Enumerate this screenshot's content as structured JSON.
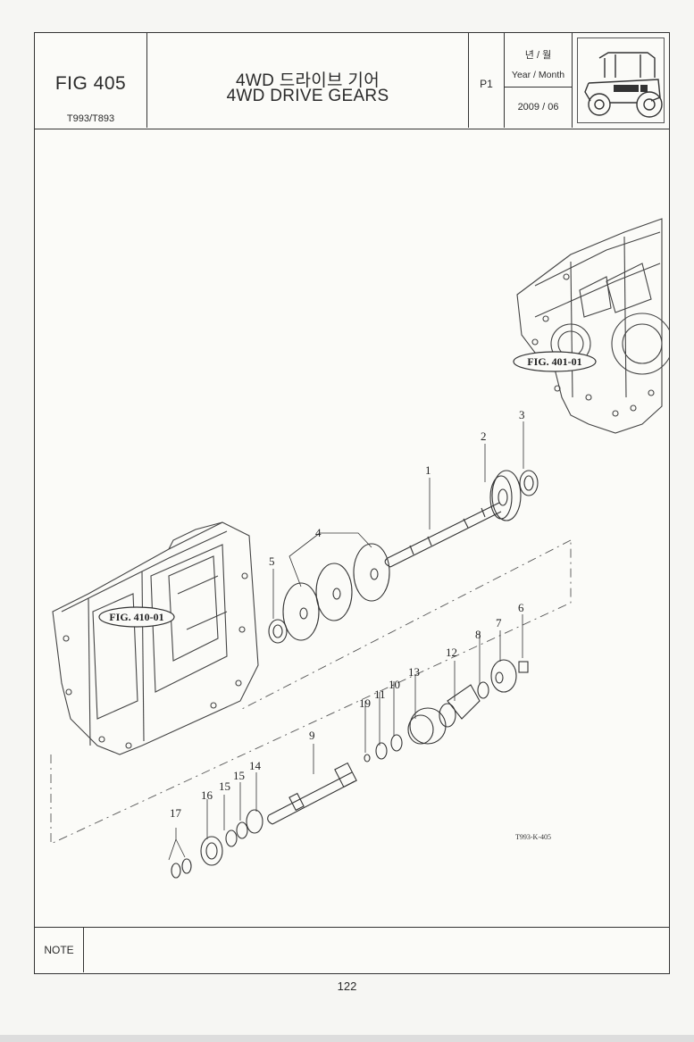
{
  "header": {
    "fig_number": "FIG 405",
    "model": "T993/T893",
    "title_ko": "4WD 드라이브 기어",
    "title_en": "4WD DRIVE GEARS",
    "page": "P1",
    "date_label_ko": "년 / 월",
    "date_label_en": "Year / Month",
    "date_value": "2009 / 06",
    "logo_icon": "tractor-icon"
  },
  "diagram": {
    "references": [
      "FIG. 401-01",
      "FIG. 410-01"
    ],
    "drawing_code": "T993-K-405",
    "callouts": {
      "c1": "1",
      "c2": "2",
      "c3": "3",
      "c4": "4",
      "c5": "5",
      "c6": "6",
      "c7": "7",
      "c8": "8",
      "c9": "9",
      "c10": "10",
      "c11": "11",
      "c12": "12",
      "c13": "13",
      "c14": "14",
      "c15": "15",
      "c16": "16",
      "c17": "17",
      "c19": "19"
    }
  },
  "note": {
    "label": "NOTE"
  },
  "page_number": "122"
}
